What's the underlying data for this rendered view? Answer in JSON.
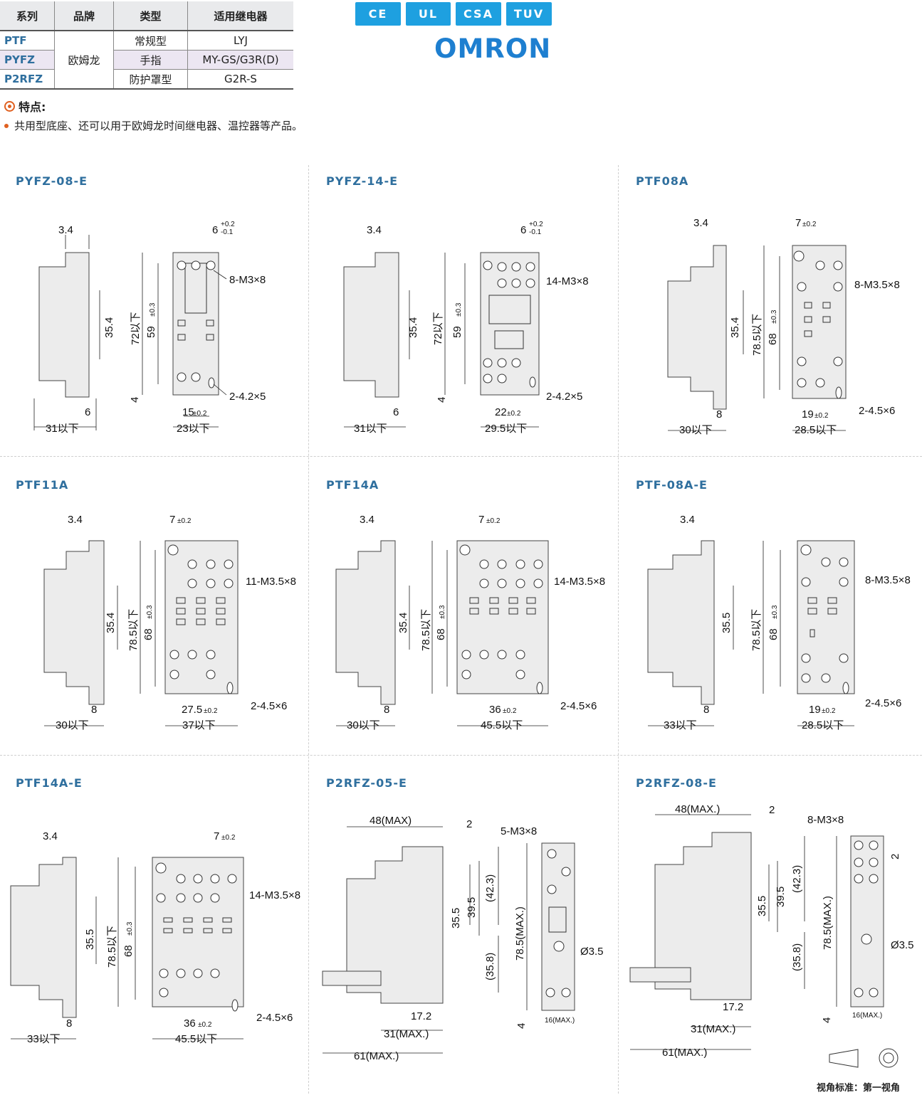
{
  "table": {
    "headers": [
      "系列",
      "品牌",
      "类型",
      "适用继电器"
    ],
    "series": [
      "PTF",
      "PYFZ",
      "P2RFZ"
    ],
    "brand": "欧姆龙",
    "types": [
      "常规型",
      "手指",
      "防护罩型"
    ],
    "relays": [
      "LYJ",
      "MY-GS/G3R(D)",
      "G2R-S"
    ]
  },
  "certs": [
    "CE",
    "UL",
    "CSA",
    "TUV"
  ],
  "brand_logo": "OMRON",
  "features": {
    "title": "特点:",
    "text": "共用型底座、还可以用于欧姆龙时间继电器、温控器等产品。"
  },
  "panels": [
    {
      "title": "PYFZ-08-E",
      "d_top": "3.4",
      "d_pitch": "6",
      "tol_up": "+0.2",
      "tol_dn": "-0.1",
      "d_mid": "35.4",
      "d_h": "72以下",
      "d_hi": "59",
      "tol_hi": "±0.3",
      "d_step": "4",
      "d_off": "6",
      "d_w": "31以下",
      "d_span": "15",
      "tol_span": "±0.2",
      "d_bw": "23以下",
      "screw": "8-M3×8",
      "hole": "2-4.2×5"
    },
    {
      "title": "PYFZ-14-E",
      "d_top": "3.4",
      "d_pitch": "6",
      "tol_up": "+0.2",
      "tol_dn": "-0.1",
      "d_mid": "35.4",
      "d_h": "72以下",
      "d_hi": "59",
      "tol_hi": "±0.3",
      "d_step": "4",
      "d_off": "6",
      "d_w": "31以下",
      "d_span": "22",
      "tol_span": "±0.2",
      "d_bw": "29.5以下",
      "screw": "14-M3×8",
      "hole": "2-4.2×5"
    },
    {
      "title": "PTF08A",
      "d_top": "3.4",
      "d_pitch": "7",
      "tol_pitch": "±0.2",
      "d_mid": "35.4",
      "d_h": "78.5以下",
      "d_hi": "68",
      "tol_hi": "±0.3",
      "d_off": "8",
      "d_w": "30以下",
      "d_span": "19",
      "tol_span": "±0.2",
      "d_bw": "28.5以下",
      "screw": "8-M3.5×8",
      "hole": "2-4.5×6"
    },
    {
      "title": "PTF11A",
      "d_top": "3.4",
      "d_pitch": "7",
      "tol_pitch": "±0.2",
      "d_mid": "35.4",
      "d_h": "78.5以下",
      "d_hi": "68",
      "tol_hi": "±0.3",
      "d_off": "8",
      "d_w": "30以下",
      "d_span": "27.5",
      "tol_span": "±0.2",
      "d_bw": "37以下",
      "screw": "11-M3.5×8",
      "hole": "2-4.5×6"
    },
    {
      "title": "PTF14A",
      "d_top": "3.4",
      "d_pitch": "7",
      "tol_pitch": "±0.2",
      "d_mid": "35.4",
      "d_h": "78.5以下",
      "d_hi": "68",
      "tol_hi": "±0.3",
      "d_off": "8",
      "d_w": "30以下",
      "d_span": "36",
      "tol_span": "±0.2",
      "d_bw": "45.5以下",
      "screw": "14-M3.5×8",
      "hole": "2-4.5×6"
    },
    {
      "title": "PTF-08A-E",
      "d_top": "3.4",
      "d_mid": "35.5",
      "d_h": "78.5以下",
      "d_hi": "68",
      "tol_hi": "±0.3",
      "d_off": "8",
      "d_w": "33以下",
      "d_span": "19",
      "tol_span": "±0.2",
      "d_bw": "28.5以下",
      "screw": "8-M3.5×8",
      "hole": "2-4.5×6"
    },
    {
      "title": "PTF14A-E",
      "d_top": "3.4",
      "d_pitch": "7",
      "tol_pitch": "±0.2",
      "d_mid": "35.5",
      "d_h": "78.5以下",
      "d_hi": "68",
      "tol_hi": "±0.3",
      "d_off": "8",
      "d_w": "33以下",
      "d_span": "36",
      "tol_span": "±0.2",
      "d_bw": "45.5以下",
      "screw": "14-M3.5×8",
      "hole": "2-4.5×6"
    },
    {
      "title": "P2RFZ-05-E",
      "d_a": "48(MAX)",
      "d_b": "2",
      "d_c": "35.5",
      "d_d": "39.5",
      "d_e": "(42.3)",
      "d_f": "(35.8)",
      "d_g": "78.5(MAX.)",
      "d_h": "17.2",
      "d_i": "31(MAX.)",
      "d_j": "61(MAX.)",
      "d_k": "4",
      "d_l": "16(MAX.)",
      "screw": "5-M3×8",
      "hole": "Ø3.5"
    },
    {
      "title": "P2RFZ-08-E",
      "d_a": "48(MAX.)",
      "d_b": "2",
      "d_c": "35.5",
      "d_d": "39.5",
      "d_e": "(42.3)",
      "d_f": "(35.8)",
      "d_g": "78.5(MAX.)",
      "d_h": "17.2",
      "d_i": "31(MAX.)",
      "d_j": "61(MAX.)",
      "d_k": "4",
      "d_l": "16(MAX.)",
      "d_m": "2",
      "screw": "8-M3×8",
      "hole": "Ø3.5"
    }
  ],
  "footer": "视角标准：第一视角"
}
